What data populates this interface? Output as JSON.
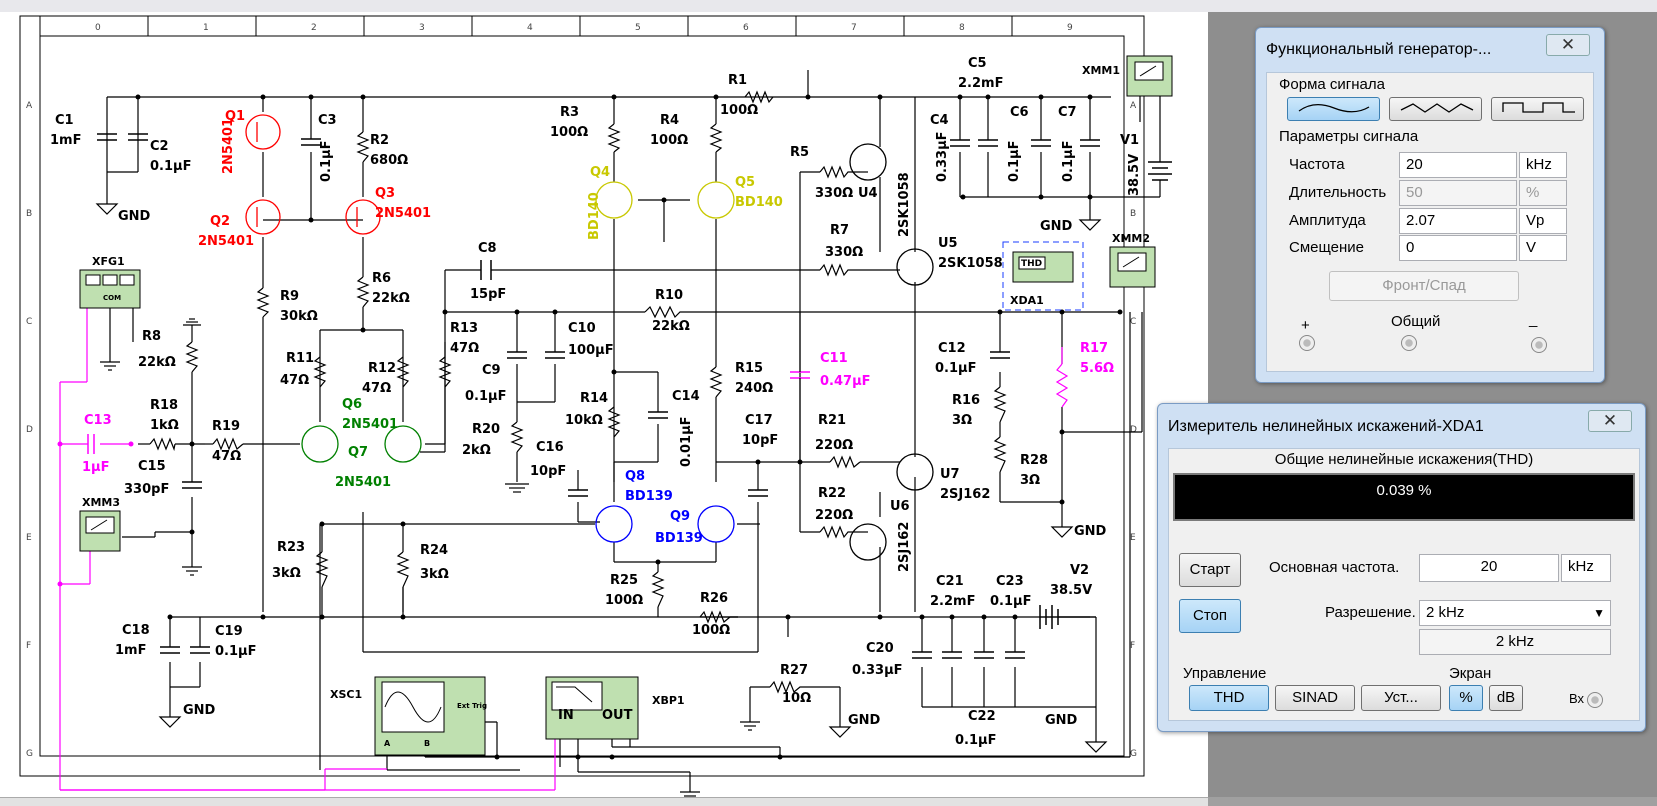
{
  "grid": {
    "columns": [
      "0",
      "1",
      "2",
      "3",
      "4",
      "5",
      "6",
      "7",
      "8",
      "9"
    ],
    "rows": [
      "A",
      "B",
      "C",
      "D",
      "E",
      "F",
      "G"
    ]
  },
  "schematic": {
    "labels": {
      "c1": "C1",
      "c1v": "1mF",
      "c2": "C2",
      "c2v": "0.1µF",
      "gnd": "GND",
      "q1": "Q1",
      "q1v": "2N5401",
      "q2": "Q2",
      "q2v": "2N5401",
      "q3": "Q3",
      "q3v": "2N5401",
      "c3": "C3",
      "c3v": "0.1µF",
      "r2": "R2",
      "r2v": "680Ω",
      "r3": "R3",
      "r3v": "100Ω",
      "r4": "R4",
      "r4v": "100Ω",
      "r1": "R1",
      "r1v": "100Ω",
      "c5": "C5",
      "c5v": "2.2mF",
      "xmm1": "XMM1",
      "c4": "C4",
      "c4v": "0.33µF",
      "c6": "C6",
      "c6v": "0.1µF",
      "c7": "C7",
      "c7v": "0.1µF",
      "v1": "V1",
      "v1v": "38.5V",
      "r5": "R5",
      "r5v": "330Ω",
      "u4": "U4",
      "u4v": "2SK1058",
      "q4": "Q4",
      "q4v": "BD140",
      "q5": "Q5",
      "q5v": "BD140",
      "r7": "R7",
      "r7v": "330Ω",
      "u5": "U5",
      "u5v": "2SK1058",
      "xfg1": "XFG1",
      "r9": "R9",
      "r9v": "30kΩ",
      "r6": "R6",
      "r6v": "22kΩ",
      "c8": "C8",
      "c8v": "15pF",
      "r10": "R10",
      "r10v": "22kΩ",
      "xda1": "XDA1",
      "xmm2": "XMM2",
      "r8": "R8",
      "r8v": "22kΩ",
      "r13": "R13",
      "r13v": "47Ω",
      "c10": "C10",
      "c10v": "100µF",
      "c9": "C9",
      "c9v": "0.1µF",
      "r11": "R11",
      "r11v": "47Ω",
      "r12": "R12",
      "r12v": "47Ω",
      "q6": "Q6",
      "q6v": "2N5401",
      "q7": "Q7",
      "q7v": "2N5401",
      "r15": "R15",
      "r15v": "240Ω",
      "c11": "C11",
      "c11v": "0.47µF",
      "c12": "C12",
      "c12v": "0.1µF",
      "r17": "R17",
      "r17v": "5.6Ω",
      "r18": "R18",
      "r18v": "1kΩ",
      "r19": "R19",
      "r19v": "47Ω",
      "c13": "C13",
      "c13v": "1µF",
      "c15": "C15",
      "c15v": "330pF",
      "r14": "R14",
      "r14v": "10kΩ",
      "c14": "C14",
      "c14v": "0.01µF",
      "r20": "R20",
      "r20v": "2kΩ",
      "c16": "C16",
      "c16v": "10pF",
      "c17": "C17",
      "c17v": "10pF",
      "r21": "R21",
      "r21v": "220Ω",
      "r16": "R16",
      "r16v": "3Ω",
      "r28": "R28",
      "r28v": "3Ω",
      "u7": "U7",
      "u7v": "2SJ162",
      "r22": "R22",
      "r22v": "220Ω",
      "u6": "U6",
      "u6v": "2SJ162",
      "q8": "Q8",
      "q8v": "BD139",
      "q9": "Q9",
      "q9v": "BD139",
      "xmm3": "XMM3",
      "r23": "R23",
      "r23v": "3kΩ",
      "r24": "R24",
      "r24v": "3kΩ",
      "r25": "R25",
      "r25v": "100Ω",
      "r26": "R26",
      "r26v": "100Ω",
      "c21": "C21",
      "c21v": "2.2mF",
      "c23": "C23",
      "c23v": "0.1µF",
      "v2": "V2",
      "v2v": "38.5V",
      "c18": "C18",
      "c18v": "1mF",
      "c19": "C19",
      "c19v": "0.1µF",
      "c20": "C20",
      "c20v": "0.33µF",
      "r27": "R27",
      "r27v": "10Ω",
      "c22": "C22",
      "c22v": "0.1µF",
      "xsc1": "XSC1",
      "xbp1": "XBP1",
      "thd_badge": "THD",
      "com": "COM",
      "ext_trig": "Ext Trig",
      "in": "IN",
      "out": "OUT",
      "a": "A",
      "b": "B"
    }
  },
  "function_generator": {
    "title": "Функциональный генератор-...",
    "waveform_label": "Форма сигнала",
    "waveforms": [
      "sine-wave-icon",
      "triangle-wave-icon",
      "square-wave-icon"
    ],
    "params_label": "Параметры сигнала",
    "rows": [
      {
        "label": "Частота",
        "value": "20",
        "unit": "kHz"
      },
      {
        "label": "Длительность",
        "value": "50",
        "unit": "%"
      },
      {
        "label": "Амплитуда",
        "value": "2.07",
        "unit": "Vp"
      },
      {
        "label": "Смещение",
        "value": "0",
        "unit": "V"
      }
    ],
    "rise_fall_button": "Фронт/Спад",
    "plus": "+",
    "common": "Общий",
    "minus": "_"
  },
  "distortion_analyzer": {
    "title": "Измеритель нелинейных искажений-XDA1",
    "thd_header": "Общие нелинейные искажения(THD)",
    "thd_value": "0.039 %",
    "start": "Старт",
    "stop": "Стоп",
    "fundamental_label": "Основная частота.",
    "fundamental_value": "20",
    "fundamental_unit": "kHz",
    "resolution_label": "Разрешение.",
    "resolution_value": "2 kHz",
    "resolution_display": "2 kHz",
    "control_label": "Управление",
    "thd_btn": "THD",
    "sinad_btn": "SINAD",
    "set_btn": "Уст...",
    "display_label": "Экран",
    "percent_btn": "%",
    "db_btn": "dB",
    "input_label": "Вх"
  },
  "colors": {
    "wire": "#000000",
    "red": "#ff0000",
    "yellow": "#c8c800",
    "green": "#008000",
    "blue": "#0000ff",
    "magenta": "#ff00ff",
    "instrument": "#bfe0b0"
  }
}
